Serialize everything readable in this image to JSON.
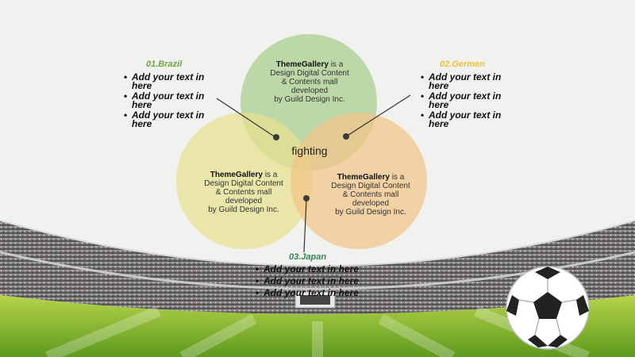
{
  "diagram": {
    "center_label": "fighting",
    "circles": [
      {
        "id": "top",
        "brand": "ThemeGallery",
        "lines": [
          "is a",
          "Design Digital Content",
          "& Contents mall",
          "developed",
          "by Guild Design Inc."
        ],
        "color": "#a9cf8c"
      },
      {
        "id": "left",
        "brand": "ThemeGallery",
        "lines": [
          "is a",
          "Design Digital Content",
          "& Contents mall",
          "developed",
          "by Guild Design Inc."
        ],
        "color": "#e8e08e"
      },
      {
        "id": "right",
        "brand": "ThemeGallery",
        "lines": [
          "is a",
          "Design Digital Content",
          "& Contents mall",
          "developed",
          "by Guild Design Inc."
        ],
        "color": "#f3c587"
      }
    ]
  },
  "groups": [
    {
      "title": "01.Brazil",
      "title_color": "#6fa341",
      "items": [
        "Add your text in here",
        "Add your text in here",
        "Add your text in here"
      ]
    },
    {
      "title": "02.Germen",
      "title_color": "#e8c13a",
      "items": [
        "Add your text in here",
        "Add your text in here",
        "Add your text in here"
      ]
    },
    {
      "title": "03.Japan",
      "title_color": "#2f8a55",
      "items": [
        "Add your text in here",
        "Add your text in here",
        "Add your text in here"
      ]
    }
  ],
  "icons": {
    "ball": "soccer-ball-icon"
  }
}
